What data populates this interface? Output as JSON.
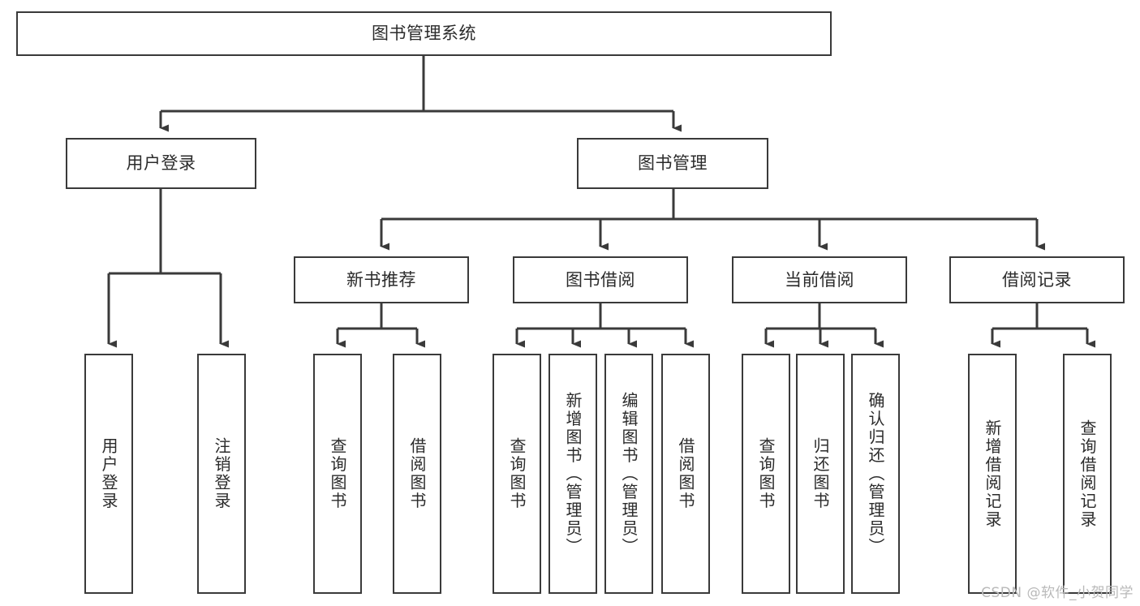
{
  "diagram": {
    "title": "图书管理系统",
    "type": "tree-hierarchy",
    "root": {
      "label": "图书管理系统"
    },
    "level2": [
      {
        "label": "用户登录"
      },
      {
        "label": "图书管理"
      }
    ],
    "level3": [
      {
        "label": "新书推荐"
      },
      {
        "label": "图书借阅"
      },
      {
        "label": "当前借阅"
      },
      {
        "label": "借阅记录"
      }
    ],
    "leaves": {
      "user_login": [
        {
          "label": "用户登录"
        },
        {
          "label": "注销登录"
        }
      ],
      "new_book_recommend": [
        {
          "label": "查询图书"
        },
        {
          "label": "借阅图书"
        }
      ],
      "book_borrow": [
        {
          "label": "查询图书"
        },
        {
          "label": "新增图书（管理员）"
        },
        {
          "label": "编辑图书（管理员）"
        },
        {
          "label": "借阅图书"
        }
      ],
      "current_borrow": [
        {
          "label": "查询图书"
        },
        {
          "label": "归还图书"
        },
        {
          "label": "确认归还（管理员）"
        }
      ],
      "borrow_record": [
        {
          "label": "新增借阅记录"
        },
        {
          "label": "查询借阅记录"
        }
      ]
    }
  },
  "watermark": {
    "text": "CSDN @软件_小贺同学"
  },
  "colors": {
    "stroke": "#3a3a3a",
    "text": "#2b2b2b",
    "background": "#ffffff",
    "watermark": "#b9b9b9"
  }
}
